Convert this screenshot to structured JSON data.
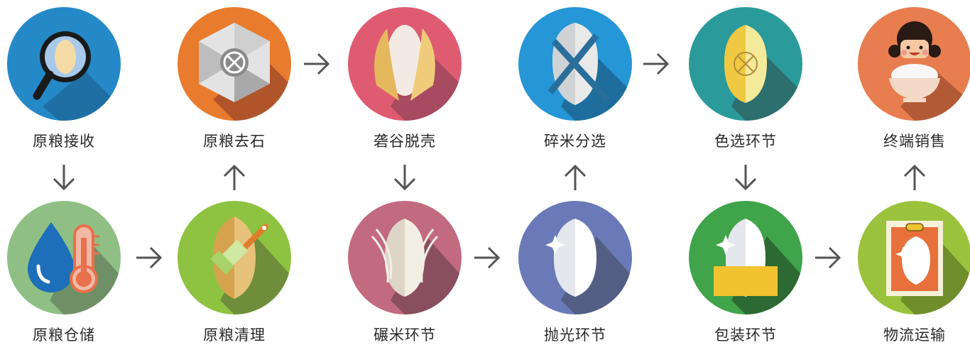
{
  "steps": {
    "s1": {
      "label": "原粮接收",
      "icon": "magnifier-grain-icon",
      "color": "#2589c8"
    },
    "s2": {
      "label": "原粮去石",
      "icon": "stone-removal-icon",
      "color": "#e87b2d"
    },
    "s3": {
      "label": "砻谷脱壳",
      "icon": "husking-icon",
      "color": "#df5b72"
    },
    "s4": {
      "label": "碎米分选",
      "icon": "broken-rice-icon",
      "color": "#2596d6"
    },
    "s5": {
      "label": "色选环节",
      "icon": "color-sorting-icon",
      "color": "#2b9a9a"
    },
    "s6": {
      "label": "终端销售",
      "icon": "girl-rice-bowl-icon",
      "color": "#e87e50"
    },
    "s7": {
      "label": "原粮仓储",
      "icon": "drop-thermometer-icon",
      "color": "#8fbf85"
    },
    "s8": {
      "label": "原粮清理",
      "icon": "brush-grain-icon",
      "color": "#8ec241"
    },
    "s9": {
      "label": "碾米环节",
      "icon": "milling-icon",
      "color": "#c26a7f"
    },
    "s10": {
      "label": "抛光环节",
      "icon": "polish-sparkle-icon",
      "color": "#6a7ab8"
    },
    "s11": {
      "label": "包装环节",
      "icon": "package-icon",
      "color": "#3fa44a"
    },
    "s12": {
      "label": "物流运输",
      "icon": "transport-icon",
      "color": "#9bc23c"
    }
  }
}
